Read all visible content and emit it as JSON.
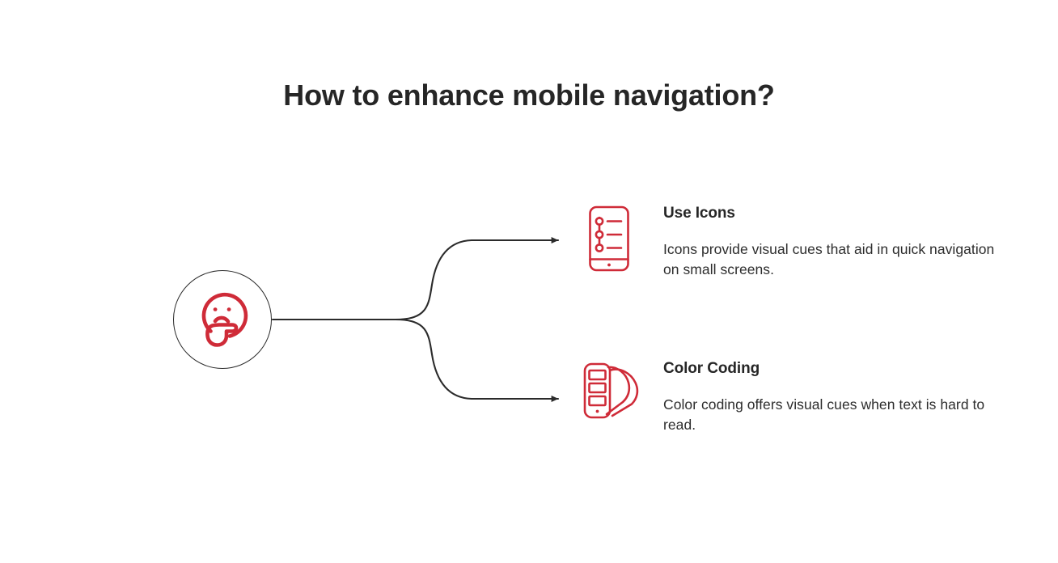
{
  "slide": {
    "title": "How to enhance mobile navigation?",
    "background_color": "#ffffff",
    "text_color": "#262626",
    "accent_color": "#cf2b38",
    "connector_color": "#2b2b2b"
  },
  "hub": {
    "icon_name": "thinking-face-icon",
    "icon_color": "#cf2b38",
    "ring_color": "#2b2b2b"
  },
  "branches": [
    {
      "id": "use-icons",
      "icon_name": "mobile-phone-list-icon",
      "icon_color": "#cf2b38",
      "heading": "Use Icons",
      "body": "Icons provide visual cues that aid in quick navigation on small screens."
    },
    {
      "id": "color-coding",
      "icon_name": "color-swatch-fan-icon",
      "icon_color": "#cf2b38",
      "heading": "Color Coding",
      "body": "Color coding offers visual cues when text is hard to read."
    }
  ],
  "connectors": [
    {
      "id": "hub-to-use-icons",
      "from": "hub",
      "to": "use-icons",
      "arrow": true
    },
    {
      "id": "hub-to-color-coding",
      "from": "hub",
      "to": "color-coding",
      "arrow": true
    }
  ]
}
